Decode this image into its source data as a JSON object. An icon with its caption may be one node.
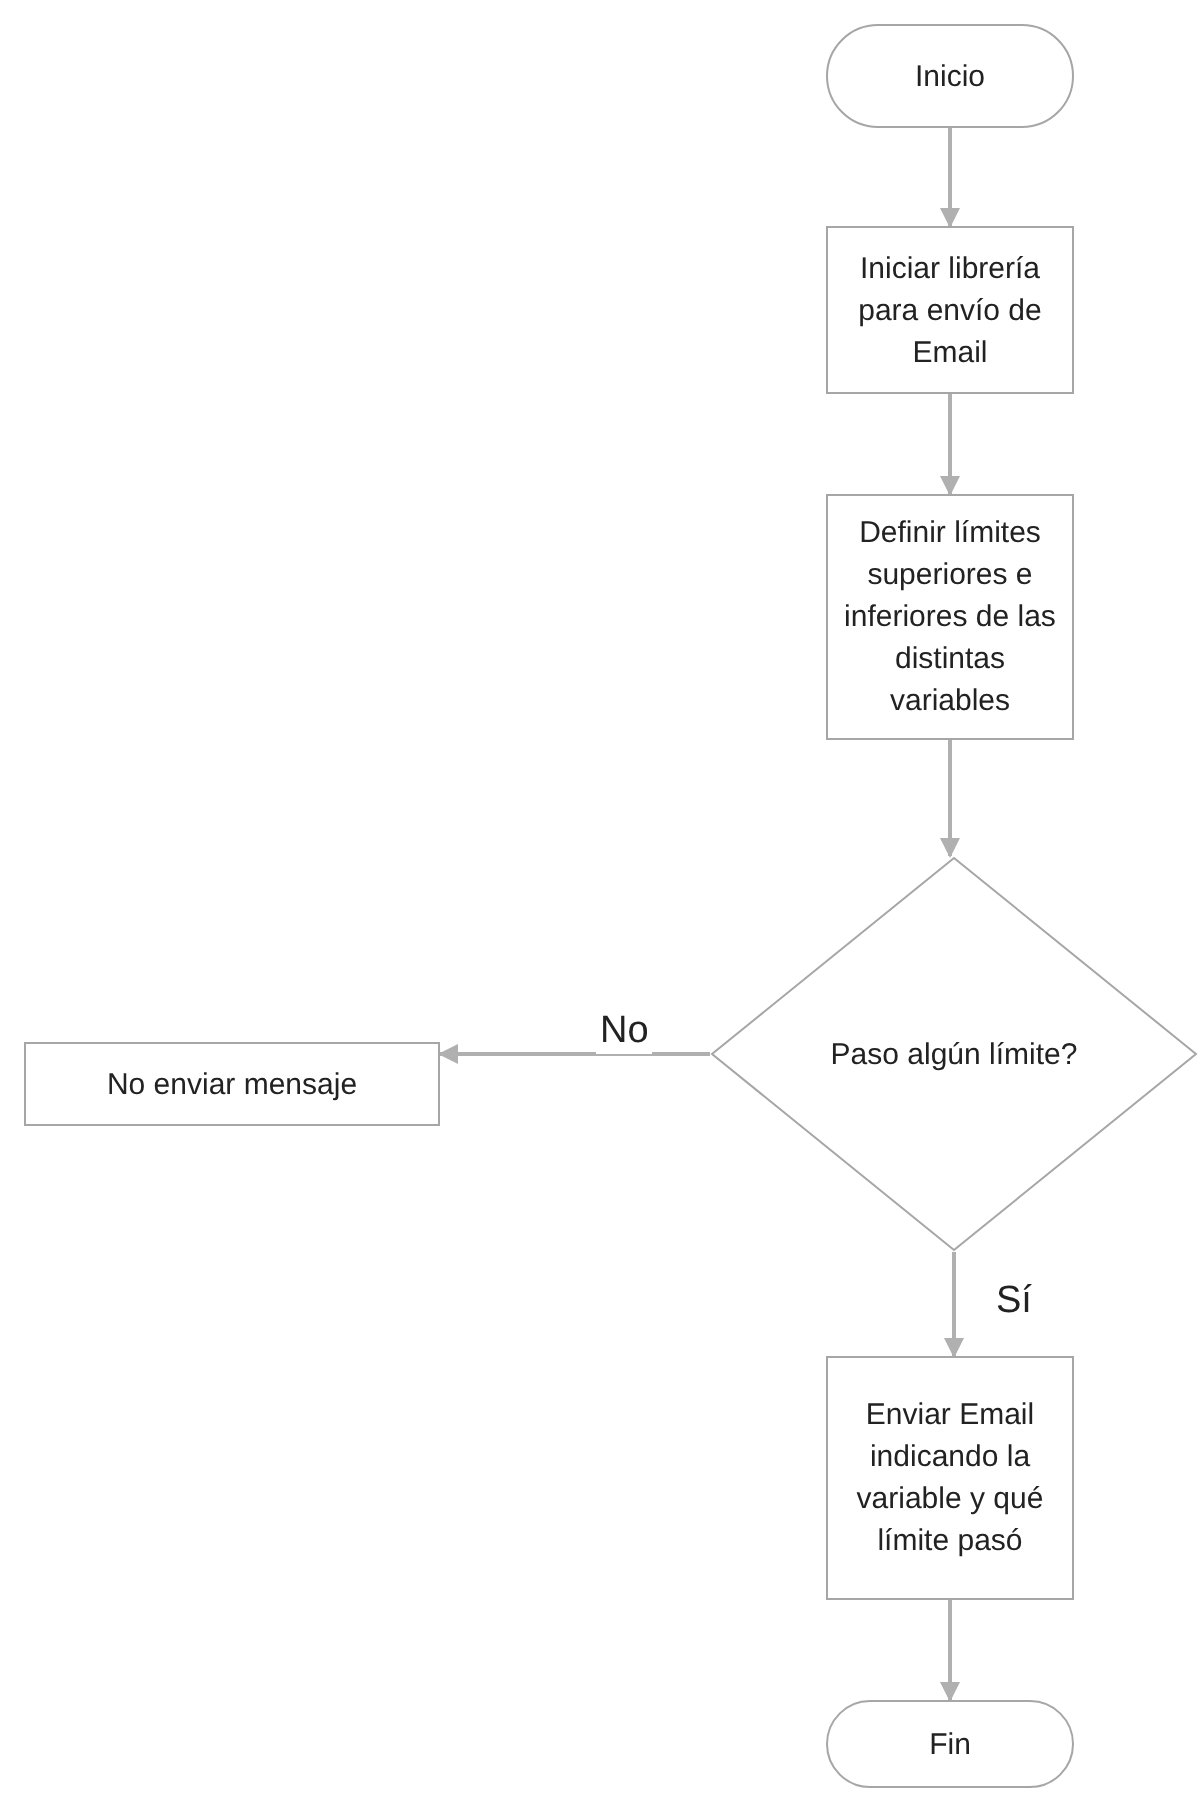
{
  "diagram": {
    "nodes": [
      {
        "text": [
          "Inicio"
        ]
      },
      {
        "text": [
          "Iniciar librería para envío de Email"
        ]
      },
      {
        "text": [
          "Definir límites superiores e inferiores de las distintas variables"
        ]
      },
      {
        "text": [
          "Paso algún límite?"
        ]
      },
      {
        "text": [
          "No enviar mensaje"
        ]
      },
      {
        "text": [
          "Enviar Email indicando la variable y qué límite pasó"
        ]
      },
      {
        "text": [
          "Fin"
        ]
      }
    ],
    "edges": [
      {
        "from": 0,
        "to": 1,
        "arrow": "to"
      },
      {
        "from": 1,
        "to": 2,
        "arrow": "to"
      },
      {
        "from": 2,
        "to": 3,
        "arrow": "to"
      },
      {
        "from": 3,
        "to": 4,
        "arrow": "to",
        "label": "No"
      },
      {
        "from": 3,
        "to": 5,
        "arrow": "to",
        "label": "Sí"
      },
      {
        "from": 5,
        "to": 6,
        "arrow": "to"
      }
    ]
  }
}
